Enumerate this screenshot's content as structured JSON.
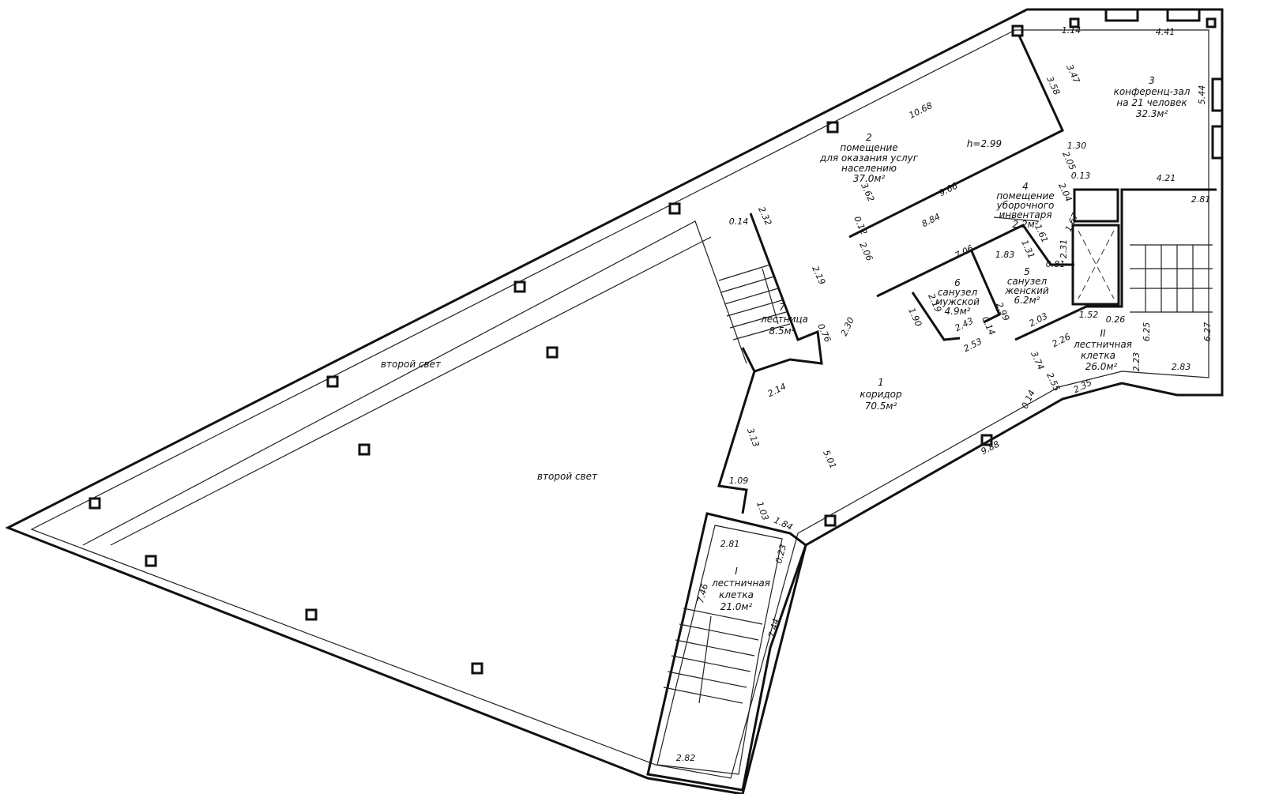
{
  "rooms": [
    {
      "num": "1",
      "name": "коридор",
      "area": "70.5м²"
    },
    {
      "num": "2",
      "name1": "помещение",
      "name2": "для оказания услуг",
      "name3": "населению",
      "area": "37.0м²"
    },
    {
      "num": "3",
      "name1": "конференц-зал",
      "name2": "на 21 человек",
      "area": "32.3м²"
    },
    {
      "num": "4",
      "name1": "помещение",
      "name2": "уборочного",
      "name3": "инвентаря",
      "area": "2.2м²"
    },
    {
      "num": "5",
      "name1": "санузел",
      "name2": "женский",
      "area": "6.2м²"
    },
    {
      "num": "6",
      "name1": "санузел",
      "name2": "мужской",
      "area": "4.9м²"
    },
    {
      "num": "7",
      "name": "лестница",
      "area": "8.5м²"
    },
    {
      "num": "I",
      "name1": "лестничная",
      "name2": "клетка",
      "area": "21.0м²"
    },
    {
      "num": "II",
      "name1": "лестничная",
      "name2": "клетка",
      "area": "26.0м²"
    }
  ],
  "second_light": [
    "второй свет",
    "второй свет"
  ],
  "height_note": "h=2.99",
  "dims": [
    "1.14",
    "4.41",
    "5.44",
    "3.47",
    "3.58",
    "10.68",
    "1.30",
    "2.05",
    "0.13",
    "2.04",
    "4.21",
    "2.81",
    "9.66",
    "3.62",
    "0.12",
    "8.84",
    "1.67",
    "1.61",
    "2.31",
    "0.81",
    "2.06",
    "0.14",
    "2.32",
    "2.19",
    "7.06",
    "1.83",
    "1.31",
    "2.19",
    "1.90",
    "2.43",
    "0.14",
    "2.99",
    "2.53",
    "2.30",
    "0.76",
    "2.14",
    "2.03",
    "2.26",
    "1.52",
    "0.26",
    "6.25",
    "6.27",
    "2.23",
    "2.83",
    "3.74",
    "0.14",
    "2.55",
    "2.35",
    "9.88",
    "5.01",
    "3.13",
    "1.09",
    "1.03",
    "1.84",
    "2.81",
    "0.23",
    "7.46",
    "7.44",
    "2.82"
  ]
}
